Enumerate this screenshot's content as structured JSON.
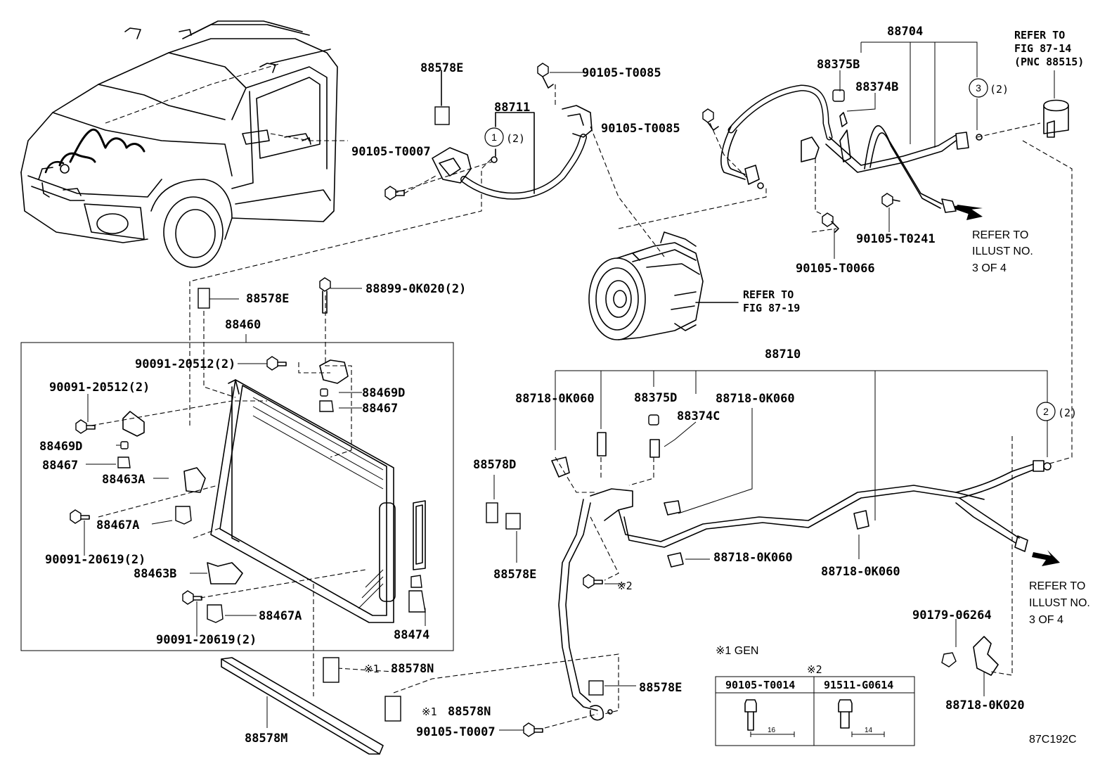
{
  "figure_code": "87C192C",
  "refs": {
    "fig_87_14": [
      "REFER TO",
      "FIG 87-14",
      "(PNC 88515)"
    ],
    "fig_87_19": [
      "REFER TO",
      "FIG 87-19"
    ],
    "illust_top": [
      "REFER TO",
      "ILLUST NO.",
      "3 OF 4"
    ],
    "illust_bottom": [
      "REFER TO",
      "ILLUST NO.",
      "3 OF 4"
    ]
  },
  "labels": {
    "p88704": "88704",
    "p88578E_top": "88578E",
    "p88711": "88711",
    "p90105T0085_a": "90105-T0085",
    "p90105T0085_b": "90105-T0085",
    "p88375B": "88375B",
    "p88374B": "88374B",
    "p90105T0007_top": "90105-T0007",
    "p90105T0241": "90105-T0241",
    "p90105T0066": "90105-T0066",
    "p88578E_mid": "88578E",
    "p88899": "88899-0K020(2)",
    "p88460": "88460",
    "p90091_20512_a": "90091-20512(2)",
    "p90091_20512_b": "90091-20512(2)",
    "p88469D_a": "88469D",
    "p88467_a": "88467",
    "p88469D_b": "88469D",
    "p88467_b": "88467",
    "p88463A": "88463A",
    "p88467A_a": "88467A",
    "p90091_20619_a": "90091-20619(2)",
    "p88463B": "88463B",
    "p88467A_b": "88467A",
    "p90091_20619_b": "90091-20619(2)",
    "p88474": "88474",
    "p88710": "88710",
    "p88718_a": "88718-0K060",
    "p88375D": "88375D",
    "p88718_b": "88718-0K060",
    "p88374C": "88374C",
    "p88578D": "88578D",
    "p88578E_low": "88578E",
    "p88718_c": "88718-0K060",
    "p88718_d": "88718-0K060",
    "p90179": "90179-06264",
    "p88718_k020": "88718-0K020",
    "p88578N_a": "88578N",
    "p88578N_b": "88578N",
    "p88578M": "88578M",
    "p88578E_bot": "88578E",
    "p90105T0007_bot": "90105-T0007",
    "note2_mark": "※2",
    "note1_mark_a": "※1",
    "note1_mark_b": "※1"
  },
  "callouts": {
    "c1": {
      "num": "1",
      "qty": "(2)"
    },
    "c2": {
      "num": "2",
      "qty": "(2)"
    },
    "c3": {
      "num": "3",
      "qty": "(2)"
    }
  },
  "legend": {
    "gen_note": "※1 GEN",
    "table_mark": "※2",
    "col1": "90105-T0014",
    "col2": "91511-G0614",
    "dim1": "16",
    "dim2": "14"
  }
}
